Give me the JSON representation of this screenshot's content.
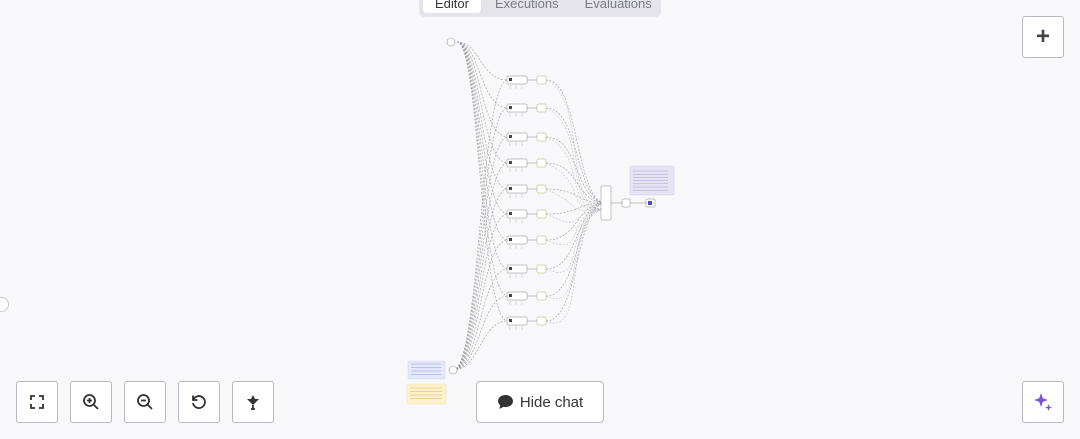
{
  "tabs": [
    {
      "label": "Editor",
      "active": true
    },
    {
      "label": "Executions",
      "active": false
    },
    {
      "label": "Evaluations",
      "active": false
    }
  ],
  "buttons": {
    "add_node": "+",
    "hide_chat": "Hide chat"
  },
  "zoom_controls": [
    "fullscreen-icon",
    "zoom-in-icon",
    "zoom-out-icon",
    "reset-zoom-icon",
    "tidy-up-icon"
  ],
  "ai_button_icon": "sparkle-icon",
  "colors": {
    "accent": "#7b4fe0",
    "sticky_blue": "#e3e8fb",
    "sticky_purple": "#e6e3f5",
    "sticky_yellow": "#fff1cc"
  }
}
